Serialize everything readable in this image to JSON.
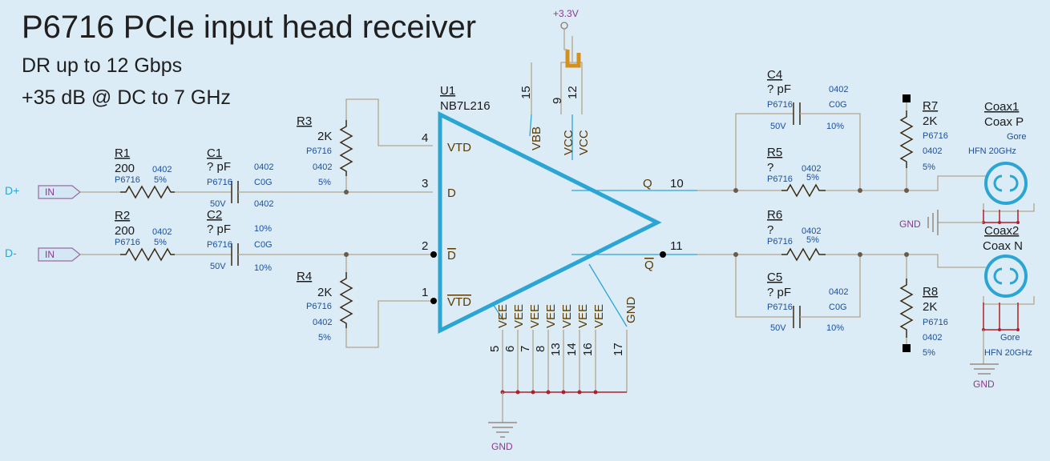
{
  "title": "P6716 PCIe input head receiver",
  "subtitle1": "DR up to 12 Gbps",
  "subtitle2": "+35 dB @ DC to 7 GHz",
  "nets": {
    "dp": "D+",
    "dn": "D-",
    "in": "IN",
    "v33": "+3.3V",
    "gnd": "GND"
  },
  "u1": {
    "ref": "U1",
    "part": "NB7L216",
    "pins": {
      "p1": "1",
      "p2": "2",
      "p3": "3",
      "p4": "4",
      "p9": "9",
      "p10": "10",
      "p11": "11",
      "p12": "12",
      "p15": "15",
      "p17": "17",
      "p5": "5",
      "p6": "6",
      "p7": "7",
      "p8": "8",
      "p13": "13",
      "p14": "14",
      "p16": "16"
    },
    "names": {
      "vtd": "VTD",
      "d": "D",
      "db": "D",
      "vtdb": "VTD",
      "q": "Q",
      "qb": "Q",
      "vbb": "VBB",
      "vcc": "VCC",
      "vee": "VEE",
      "gnd": "GND"
    }
  },
  "r1": {
    "ref": "R1",
    "val": "200",
    "pkg": "0402",
    "tol": "5%",
    "mfr": "P6716"
  },
  "r2": {
    "ref": "R2",
    "val": "200",
    "pkg": "0402",
    "tol": "5%",
    "mfr": "P6716"
  },
  "r3": {
    "ref": "R3",
    "val": "2K",
    "mfr": "P6716",
    "pkg": "0402",
    "tol": "5%"
  },
  "r4": {
    "ref": "R4",
    "val": "2K",
    "mfr": "P6716",
    "pkg": "0402",
    "tol": "5%"
  },
  "r5": {
    "ref": "R5",
    "val": "?",
    "mfr": "P6716",
    "pkg": "0402",
    "tol": "5%"
  },
  "r6": {
    "ref": "R6",
    "val": "?",
    "mfr": "P6716",
    "pkg": "0402",
    "tol": "5%"
  },
  "r7": {
    "ref": "R7",
    "val": "2K",
    "mfr": "P6716",
    "pkg": "0402",
    "tol": "5%"
  },
  "r8": {
    "ref": "R8",
    "val": "2K",
    "mfr": "P6716",
    "pkg": "0402",
    "tol": "5%"
  },
  "c1": {
    "ref": "C1",
    "val": "? pF",
    "mfr": "P6716",
    "volt": "50V",
    "pkg": "0402",
    "diel": "C0G",
    "pkg2": "0402"
  },
  "c2": {
    "ref": "C2",
    "val": "? pF",
    "mfr": "P6716",
    "volt": "50V",
    "tol": "10%",
    "diel": "C0G",
    "tol2": "10%"
  },
  "c4": {
    "ref": "C4",
    "val": "? pF",
    "mfr": "P6716",
    "volt": "50V",
    "pkg": "0402",
    "diel": "C0G",
    "tol": "10%"
  },
  "c5": {
    "ref": "C5",
    "val": "? pF",
    "mfr": "P6716",
    "volt": "50V",
    "pkg": "0402",
    "diel": "C0G",
    "tol": "10%"
  },
  "coax1": {
    "ref": "Coax1",
    "val": "Coax P",
    "mfr": "Gore",
    "part": "HFN 20GHz"
  },
  "coax2": {
    "ref": "Coax2",
    "val": "Coax N",
    "mfr": "Gore",
    "part": "HFN 20GHz"
  },
  "colors": {
    "background": "#dcecf7",
    "amplifier": "#2ba5d3",
    "wire": "#b3a48b",
    "vee_bus": "#b0202a",
    "supply_strap": "#d4901a"
  }
}
